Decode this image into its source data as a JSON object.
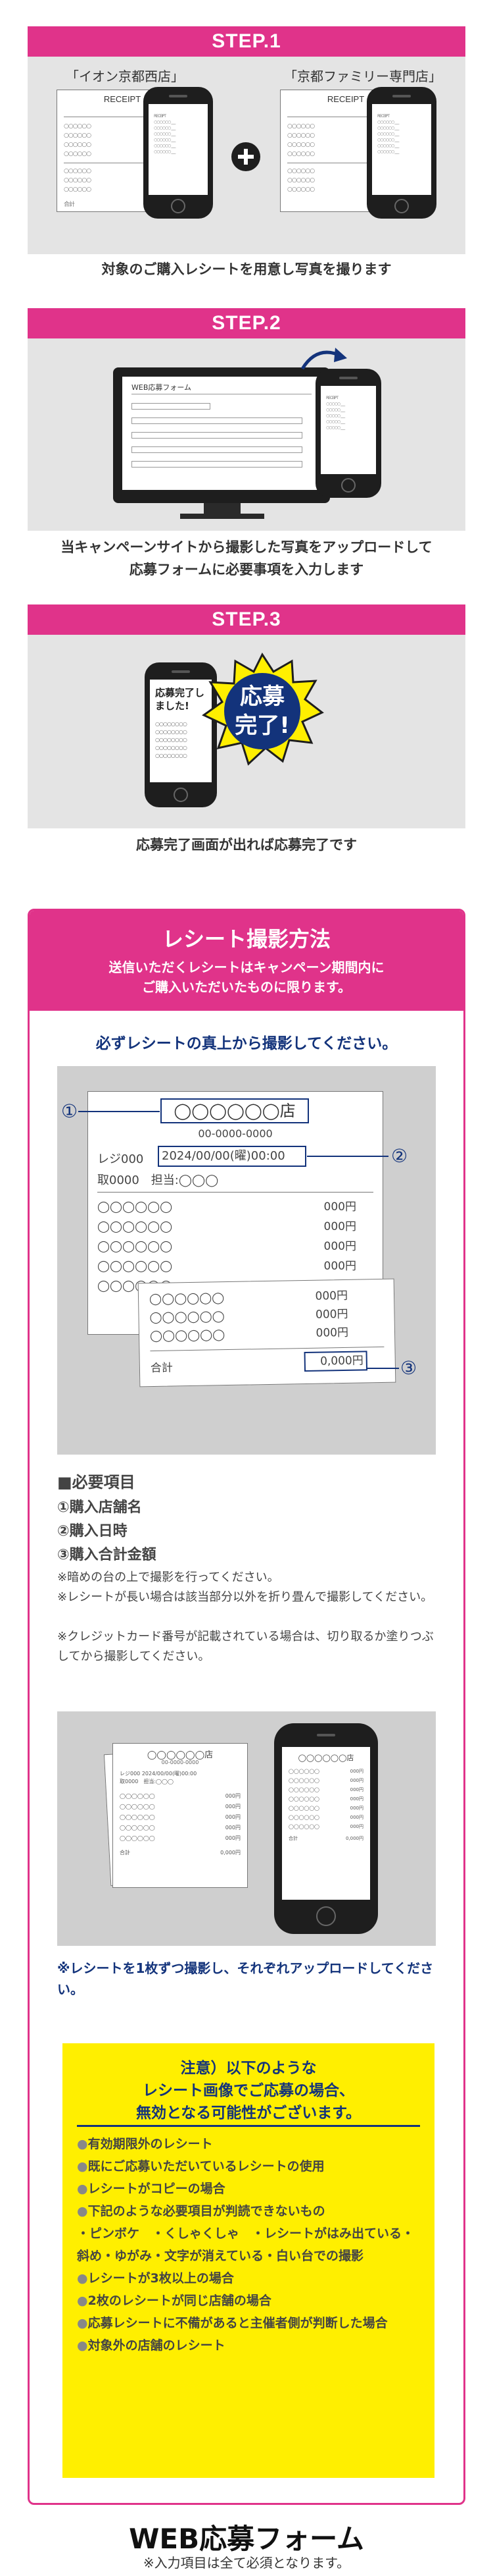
{
  "steps": [
    {
      "label": "STEP.1",
      "store_left": "「イオン京都西店」",
      "store_right": "「京都ファミリー専門店」",
      "receipt_title": "RECEIPT",
      "caption": "対象のご購入レシートを用意し写真を撮ります"
    },
    {
      "label": "STEP.2",
      "form_title": "WEB応募フォーム",
      "caption_line1": "当キャンペーンサイトから撮影した写真をアップロードして",
      "caption_line2": "応募フォームに必要事項を入力します"
    },
    {
      "label": "STEP.3",
      "phone_text": "応募完了しました!",
      "bubble_text1": "応募",
      "bubble_text2": "完了!",
      "caption": "応募完了画面が出れば応募完了です"
    }
  ],
  "guide": {
    "title": "レシート撮影方法",
    "subtitle1": "送信いただくレシートはキャンペーン期間内に",
    "subtitle2": "ご購入いただいたものに限ります。",
    "lead": "必ずレシートの真上から撮影してください。",
    "sample": {
      "store": "◯◯◯◯◯◯店",
      "phone": "00-0000-0000",
      "register": "レジ000",
      "datetime": "2024/00/00(曜)00:00",
      "staff": "取0000　担当:◯◯◯",
      "item_name": "◯◯◯◯◯◯",
      "price": "000円",
      "total_label": "合計",
      "total_value": "0,000円",
      "mark1": "①",
      "mark2": "②",
      "mark3": "③"
    },
    "required_heading": "■必要項目",
    "required_items": [
      "①購入店舗名",
      "②購入日時",
      "③購入合計金額"
    ],
    "notes": [
      "※暗めの台の上で撮影を行ってください。",
      "※レシートが長い場合は該当部分以外を折り畳んで撮影してください。",
      "※クレジットカード番号が記載されている場合は、切り取るか塗りつぶしてから撮影してください。"
    ],
    "one_by_one": "※レシートを1枚ずつ撮影し、それぞれアップロードしてください。",
    "warning_title1": "注意）以下のような",
    "warning_title2": "レシート画像でご応募の場合、",
    "warning_title3": "無効となる可能性がございます。",
    "warning_items": [
      "有効期限外のレシート",
      "既にご応募いただいているレシートの使用",
      "レシートがコピーの場合",
      "下記のような必要項目が判読できないもの",
      "・ピンボケ　・くしゃくしゃ　・レシートがはみ出ている・斜め・ゆがみ・文字が消えている・白い台での撮影",
      "レシートが3枚以上の場合",
      "2枚のレシートが同じ店舗の場合",
      "応募レシートに不備があると主催者側が判断した場合",
      "対象外の店舗のレシート"
    ]
  },
  "form": {
    "title": "WEB応募フォーム",
    "note": "※入力項目は全て必須となります。"
  },
  "colors": {
    "accent": "#e0338a",
    "navy": "#13337b",
    "yellow": "#ffef00",
    "panel": "#e4e4e4"
  }
}
